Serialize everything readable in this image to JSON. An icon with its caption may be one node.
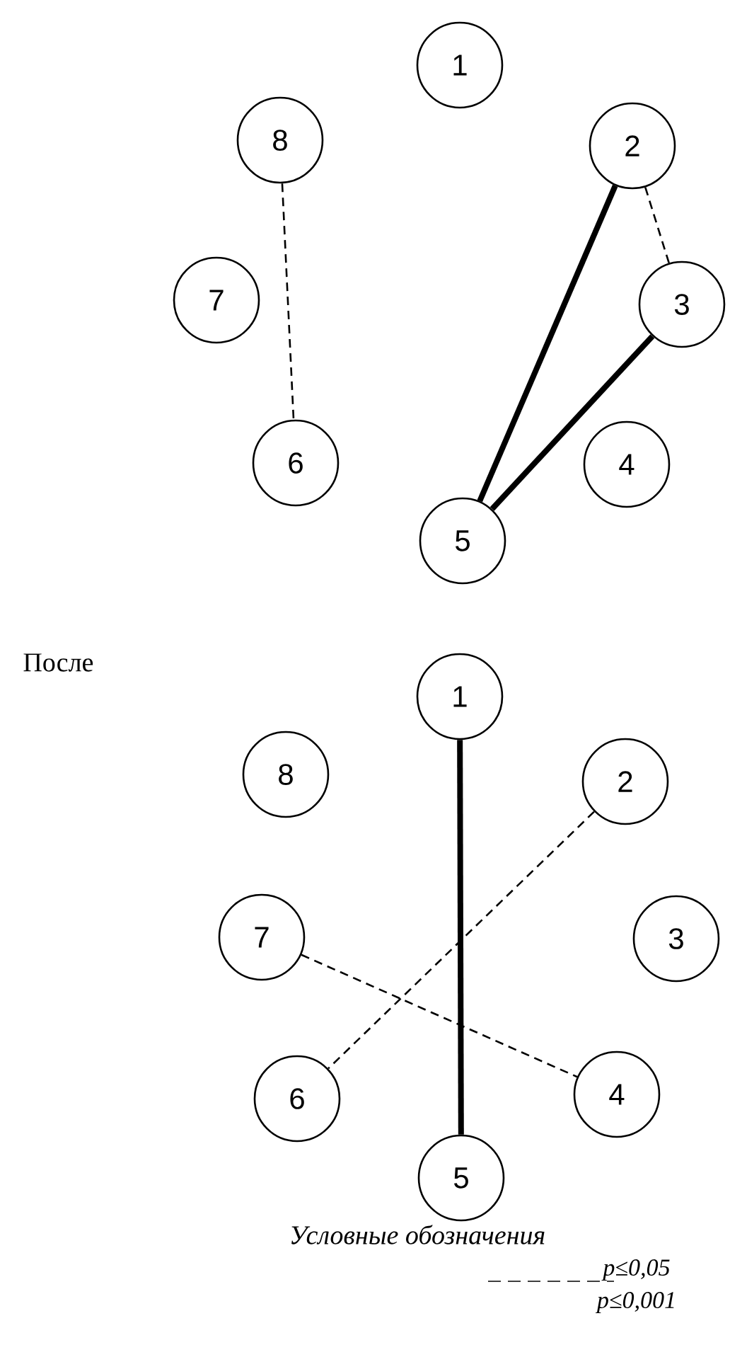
{
  "diagram": {
    "nodes": [
      {
        "text": [
          "1"
        ]
      },
      {
        "text": [
          "2"
        ]
      },
      {
        "text": [
          "3"
        ]
      },
      {
        "text": [
          "4"
        ]
      },
      {
        "text": [
          "5"
        ]
      },
      {
        "text": [
          "6"
        ]
      },
      {
        "text": [
          "7"
        ]
      },
      {
        "text": [
          "8"
        ]
      },
      {
        "text": [
          "1"
        ]
      },
      {
        "text": [
          "2"
        ]
      },
      {
        "text": [
          "3"
        ]
      },
      {
        "text": [
          "4"
        ]
      },
      {
        "text": [
          "5"
        ]
      },
      {
        "text": [
          "6"
        ]
      },
      {
        "text": [
          "7"
        ]
      },
      {
        "text": [
          "8"
        ]
      }
    ],
    "edges": [
      {
        "from": 7,
        "to": 5,
        "arrow": "none",
        "style": "dashed"
      },
      {
        "from": 1,
        "to": 2,
        "arrow": "none",
        "style": "dashed"
      },
      {
        "from": 4,
        "to": 1,
        "arrow": "none",
        "style": "thick"
      },
      {
        "from": 4,
        "to": 2,
        "arrow": "none",
        "style": "thick"
      },
      {
        "from": 8,
        "to": 12,
        "arrow": "none",
        "style": "thick"
      },
      {
        "from": 9,
        "to": 13,
        "arrow": "none",
        "style": "dashed"
      },
      {
        "from": 14,
        "to": 11,
        "arrow": "none",
        "style": "dashed"
      }
    ],
    "labels": [
      "После",
      "Условные обозначения"
    ],
    "legend": [
      {
        "text": "p≤0,05"
      },
      {
        "text": "p≤0,001"
      }
    ]
  }
}
